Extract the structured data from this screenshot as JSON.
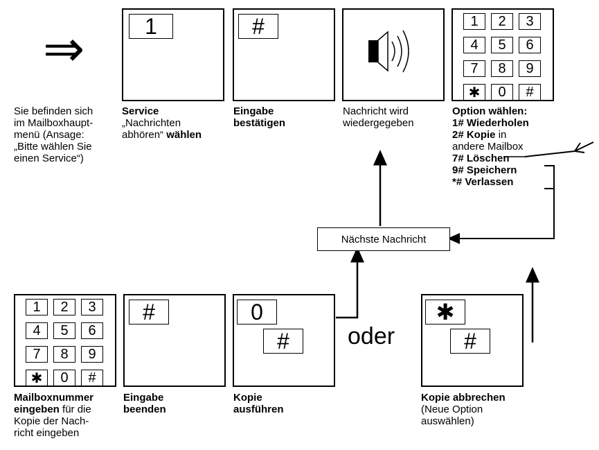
{
  "top_arrow": "⇒",
  "intro_text": [
    "Sie befinden sich",
    "im Mailboxhaupt-",
    "menü (Ansage:",
    "„Bitte wählen Sie",
    "einen Service“)"
  ],
  "steps_top": [
    {
      "key": "1",
      "lines": [
        [
          "Service",
          ""
        ],
        [
          "„Nachrichten",
          ""
        ],
        [
          "abhören“ ",
          "wählen"
        ]
      ]
    },
    {
      "key": "#",
      "lines": [
        [
          "Eingabe"
        ],
        [
          "bestätigen"
        ]
      ]
    },
    {
      "lines": [
        "Nachricht wird",
        "wiedergegeben"
      ]
    }
  ],
  "keypad": [
    "1",
    "2",
    "3",
    "4",
    "5",
    "6",
    "7",
    "8",
    "9",
    "✱",
    "0",
    "#"
  ],
  "options": {
    "title": "Option wählen:",
    "o1": "1# Wiederholen",
    "o2_bold": "2# Kopie",
    "o2_rest": " in",
    "o2_line2": "andere Mailbox",
    "o7": "7# Löschen",
    "o9": "9# Speichern",
    "ostar": "*# Verlassen"
  },
  "next_message": "Nächste Nachricht",
  "steps_bottom": {
    "mailbox": {
      "bold": "Mailboxnummer",
      "line2_bold": "eingeben",
      "line2_rest": " für die",
      "line3": "Kopie der Nach-",
      "line4": "richt eingeben"
    },
    "end": {
      "key": "#",
      "line1": "Eingabe",
      "line2": "beenden"
    },
    "copy": {
      "key1": "0",
      "key2": "#",
      "line1": "Kopie",
      "line2": "ausführen"
    },
    "or": "oder",
    "cancel": {
      "key1": "✱",
      "key2": "#",
      "line1": "Kopie abbrechen",
      "line2": "(Neue Option",
      "line3": "auswählen)"
    }
  }
}
